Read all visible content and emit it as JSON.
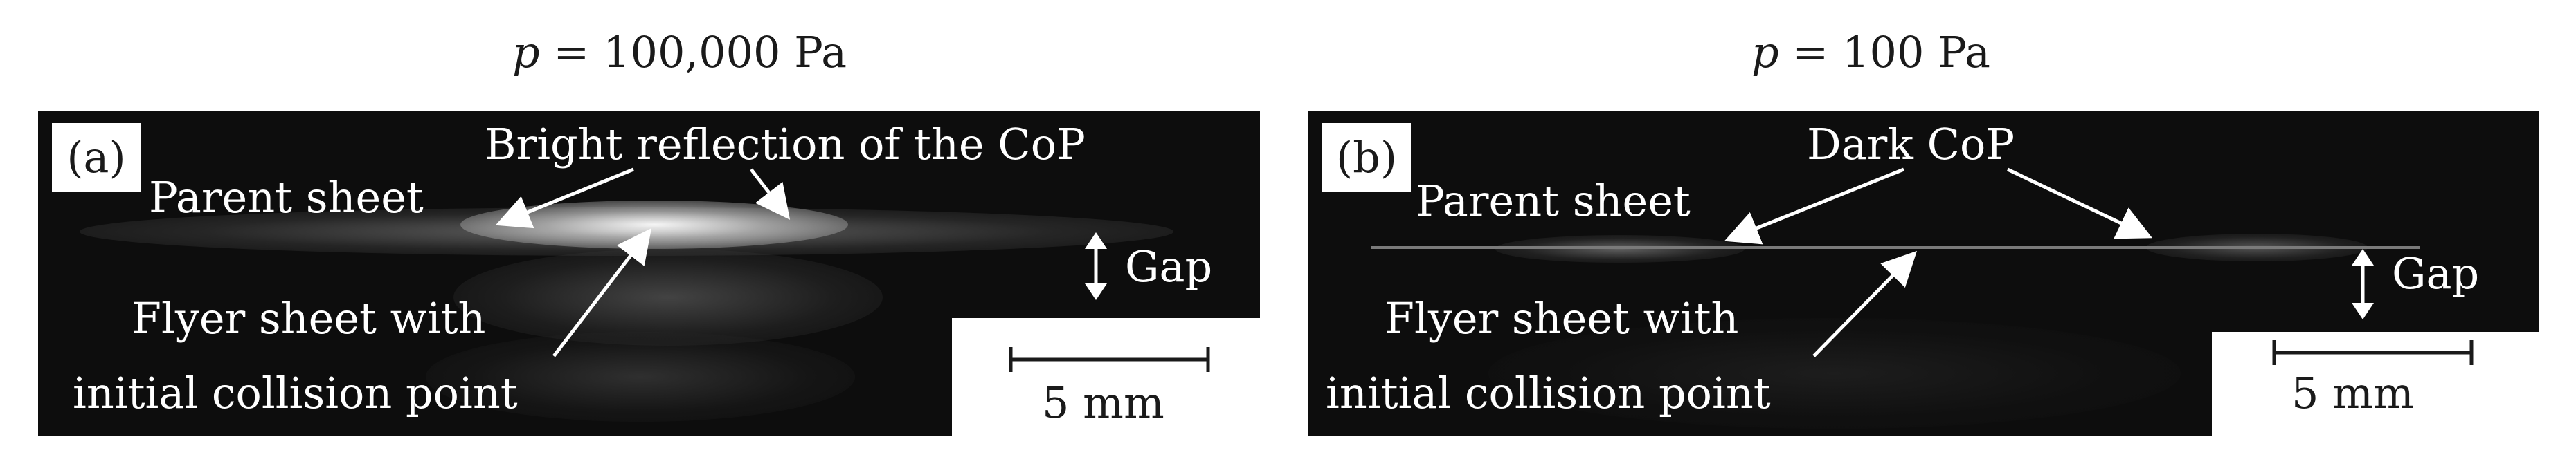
{
  "panel_a": {
    "title_var": "p",
    "title_rest": " = 100,000 Pa",
    "label": "(a)",
    "parent_sheet": "Parent sheet",
    "bright_reflection": "Bright reflection of the CoP",
    "flyer_line1": "Flyer sheet with",
    "flyer_line2": "initial collision point",
    "gap": "Gap",
    "scale": "5 mm"
  },
  "panel_b": {
    "title_var": "p",
    "title_rest": " = 100 Pa",
    "label": "(b)",
    "parent_sheet": "Parent sheet",
    "dark_cop": "Dark CoP",
    "flyer_line1": "Flyer sheet with",
    "flyer_line2": "initial collision point",
    "gap": "Gap",
    "scale": "5 mm"
  },
  "colors": {
    "background": "#0d0d0d",
    "annotation": "#ffffff",
    "label_box": "#ffffff"
  }
}
